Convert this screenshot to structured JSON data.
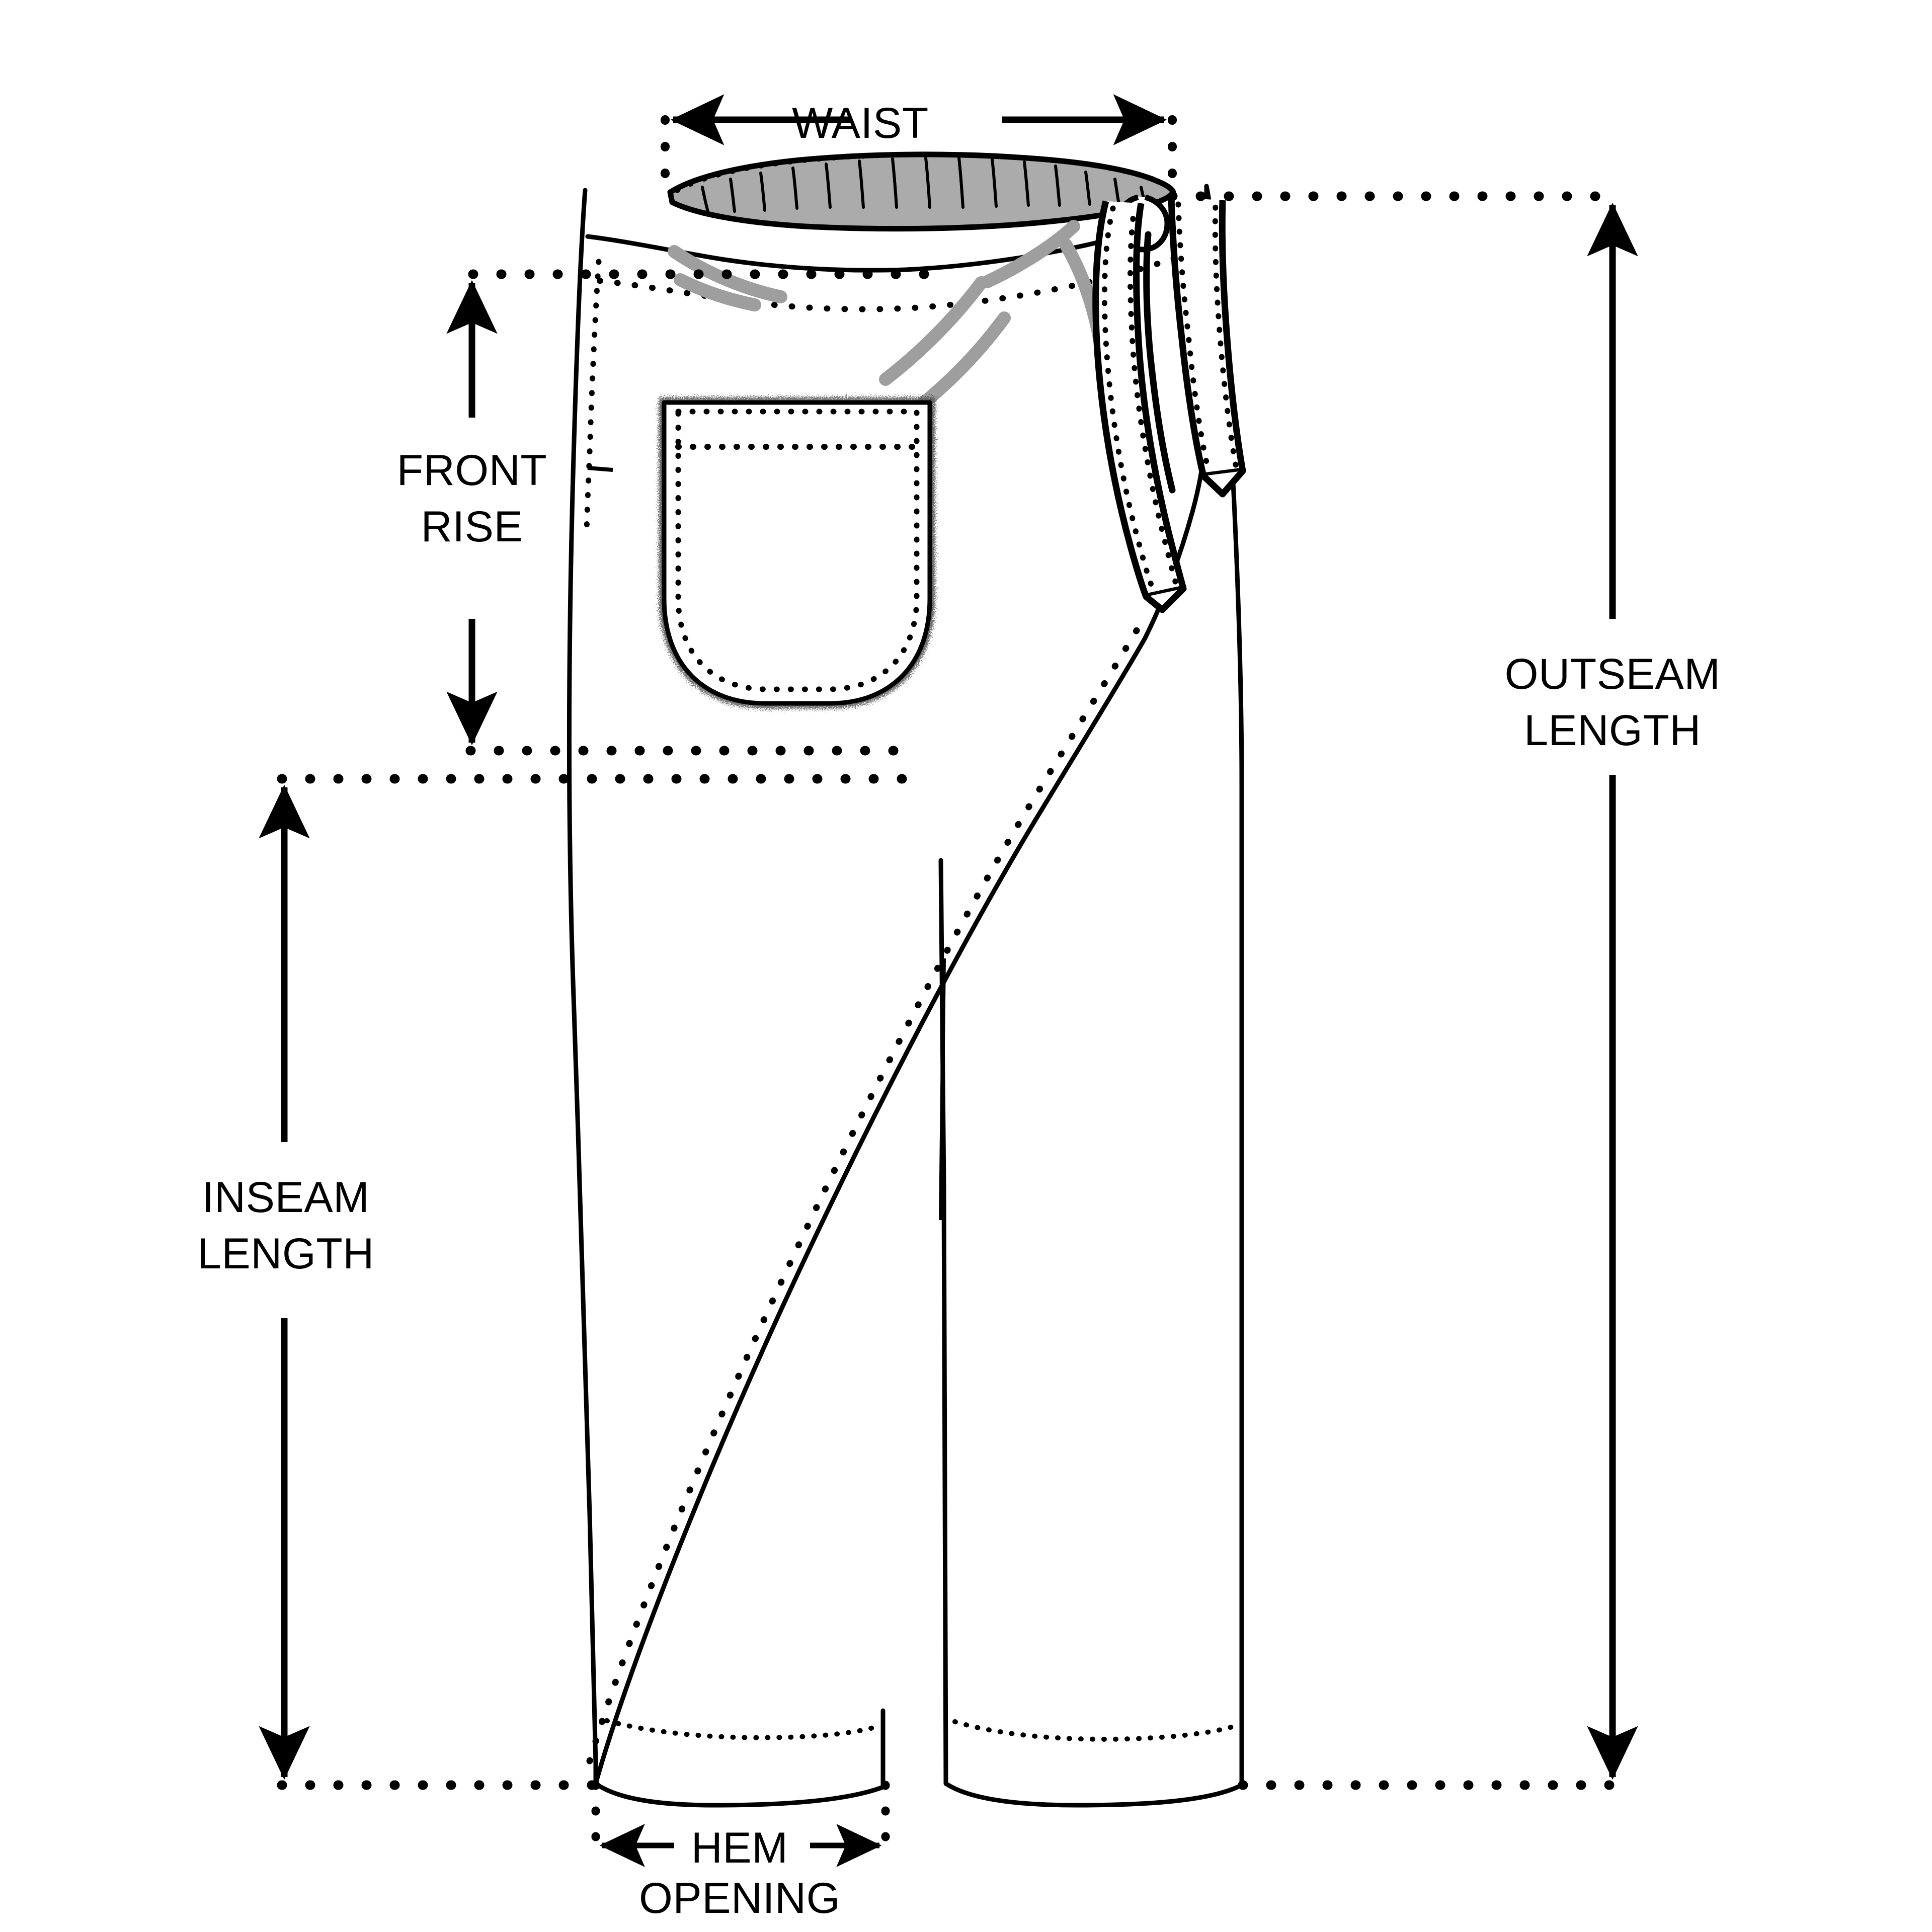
{
  "diagram": {
    "type": "apparel-measurement-technical-flat",
    "garment": "wrap-front tie-waist pants",
    "view": "front",
    "background_color": "#ffffff",
    "line_color": "#000000",
    "waistband_fill": "#ababab",
    "drape_shade_color": "#9e9e9e",
    "fray_color": "#5a5a5a"
  },
  "measurements": [
    {
      "id": "waist",
      "label": "WAIST",
      "label_lines": [
        "WAIST"
      ],
      "orientation": "horizontal",
      "arrow_style": "double-headed",
      "position": "top-center",
      "font_size_px": 86
    },
    {
      "id": "front_rise",
      "label": "FRONT RISE",
      "label_lines": [
        "FRONT",
        "RISE"
      ],
      "orientation": "vertical",
      "arrow_style": "double-headed",
      "position": "upper-left",
      "font_size_px": 86
    },
    {
      "id": "outseam_length",
      "label": "OUTSEAM LENGTH",
      "label_lines": [
        "OUTSEAM",
        "LENGTH"
      ],
      "orientation": "vertical",
      "arrow_style": "double-headed",
      "position": "right",
      "font_size_px": 86
    },
    {
      "id": "inseam_length",
      "label": "INSEAM LENGTH",
      "label_lines": [
        "INSEAM",
        "LENGTH"
      ],
      "orientation": "vertical",
      "arrow_style": "double-headed",
      "position": "left",
      "font_size_px": 86
    },
    {
      "id": "hem_opening",
      "label": "HEM OPENING",
      "label_lines": [
        "HEM",
        "OPENING"
      ],
      "orientation": "horizontal",
      "arrow_style": "double-headed",
      "position": "bottom-center",
      "font_size_px": 86
    }
  ],
  "garment_features": [
    {
      "id": "waistband",
      "name": "gathered elastic waistband",
      "style": "gray filled with gather tick marks"
    },
    {
      "id": "tie-belt",
      "name": "front tie belt with knot loop and two hanging tails"
    },
    {
      "id": "patch-pocket",
      "name": "patch pocket with raw frayed edge and top stitch line"
    },
    {
      "id": "wrap-overlay",
      "name": "diagonal wrap front panel edge"
    },
    {
      "id": "left-leg",
      "name": "left trouser leg with curved hem"
    },
    {
      "id": "right-leg",
      "name": "right trouser leg with curved hem"
    }
  ],
  "labels": {
    "waist": "WAIST",
    "front_rise_line1": "FRONT",
    "front_rise_line2": "RISE",
    "outseam_line1": "OUTSEAM",
    "outseam_line2": "LENGTH",
    "inseam_line1": "INSEAM",
    "inseam_line2": "LENGTH",
    "hem_line1": "HEM",
    "hem_line2": "OPENING"
  }
}
